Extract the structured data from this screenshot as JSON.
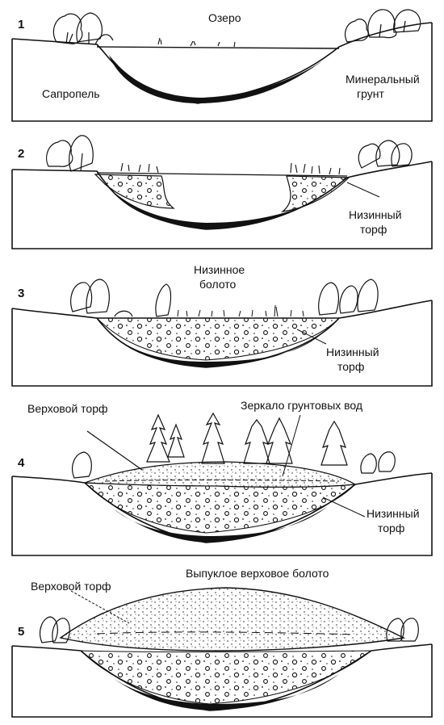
{
  "figure": {
    "stages": [
      {
        "number": "1",
        "labels": {
          "lake": "Озеро",
          "sapropel": "Сапропель",
          "mineral_1": "Минеральный",
          "mineral_2": "грунт"
        }
      },
      {
        "number": "2",
        "labels": {
          "low_peat_1": "Низинный",
          "low_peat_2": "торф"
        }
      },
      {
        "number": "3",
        "labels": {
          "low_mire_1": "Низинное",
          "low_mire_2": "болото",
          "low_peat_1": "Низинный",
          "low_peat_2": "торф"
        }
      },
      {
        "number": "4",
        "labels": {
          "high_peat": "Верховой торф",
          "groundwater": "Зеркало грунтовых вод",
          "low_peat_1": "Низинный",
          "low_peat_2": "торф"
        }
      },
      {
        "number": "5",
        "labels": {
          "high_peat": "Верховой торф",
          "raised_bog": "Выпуклое  верховое болото"
        }
      }
    ]
  }
}
